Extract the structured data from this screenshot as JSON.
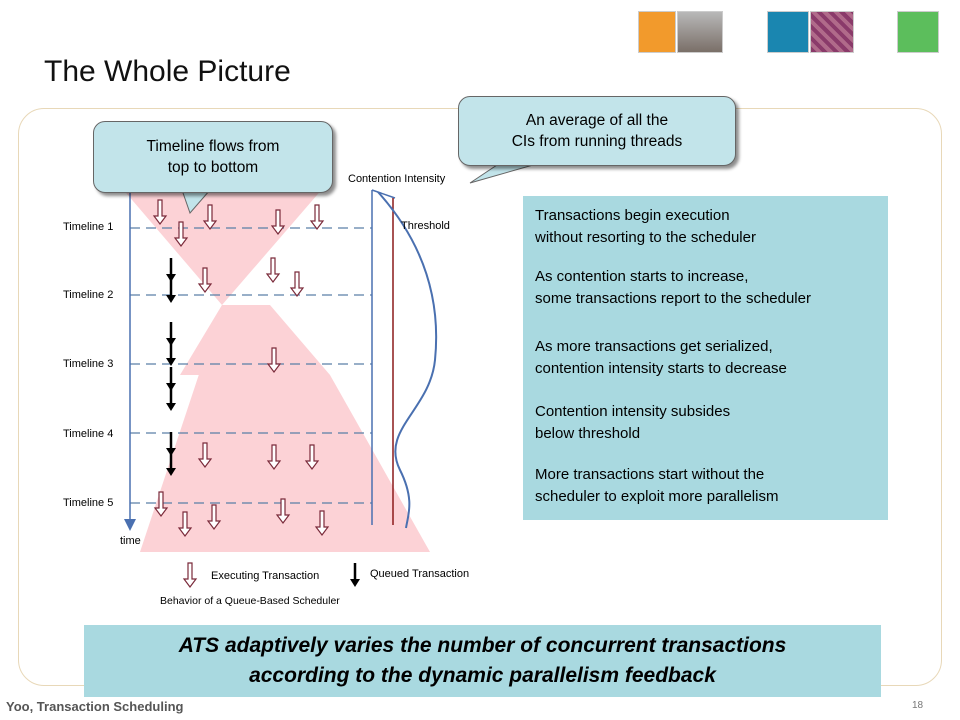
{
  "slide": {
    "title": "The Whole Picture",
    "author": "Yoo, Transaction Scheduling",
    "page_number": "18",
    "colors": {
      "callout": "#c2e4ea",
      "panel": "#a9d9e0",
      "hourglass": "#fcd2d6",
      "threshold": "#8b1a1a",
      "curve": "#4a70b0"
    }
  },
  "callouts": {
    "timeline": {
      "line1": "Timeline flows from",
      "line2": "top to bottom"
    },
    "average": {
      "line1": "An average of all the",
      "line2": "CIs from running threads"
    }
  },
  "diagram": {
    "contention_label": "Contention Intensity",
    "threshold_label": "Threshold",
    "time_label": "time",
    "timelines": [
      "Timeline 1",
      "Timeline 2",
      "Timeline 3",
      "Timeline 4",
      "Timeline 5"
    ],
    "legend": {
      "executing": "Executing Transaction",
      "queued": "Queued Transaction",
      "caption": "Behavior of a Queue-Based Scheduler"
    }
  },
  "steps": [
    {
      "line1": "Transactions begin execution",
      "line2": "without resorting to the scheduler"
    },
    {
      "line1": "As contention starts to increase,",
      "line2": "some transactions report to the scheduler"
    },
    {
      "line1": "As more transactions get serialized,",
      "line2": "contention intensity starts to decrease"
    },
    {
      "line1": "Contention intensity subsides",
      "line2": "below threshold"
    },
    {
      "line1": "More transactions start without the",
      "line2": "scheduler to exploit more parallelism"
    }
  ],
  "summary": {
    "line1": "ATS adaptively varies the number of concurrent transactions",
    "line2": "according to the dynamic parallelism feedback"
  }
}
